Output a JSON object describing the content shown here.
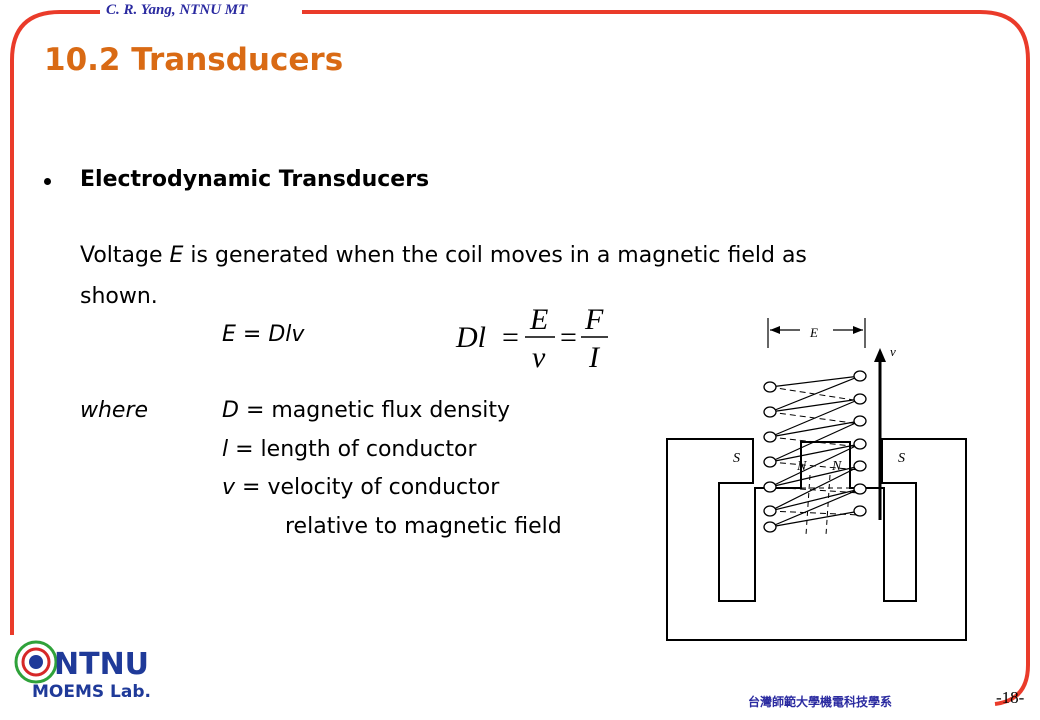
{
  "slide": {
    "author": "C. R. Yang, NTNU MT",
    "title": "10.2 Transducers",
    "bullet_heading": "Electrodynamic Transducers",
    "body_line1_pre": "Voltage ",
    "body_line1_var": "E",
    "body_line1_post": " is generated when the coil moves in a magnetic field as",
    "body_line2": "shown.",
    "equation_lhs": "E",
    "equation_mid": " = ",
    "equation_rhs": "Dlv",
    "formula": {
      "lhs": "Dl",
      "eq": "=",
      "num1": "E",
      "den1": "v",
      "num2": "F",
      "den2": "I"
    },
    "where_keyword": "where",
    "definitions": [
      {
        "symbol": "D",
        "text": " = magnetic flux density"
      },
      {
        "symbol": "l",
        "text": " = length of conductor"
      },
      {
        "symbol": "v",
        "text": " = velocity of conductor"
      }
    ],
    "definition_continuation": "relative to magnetic field",
    "diagram": {
      "dimension_label": "E",
      "velocity_label": "v",
      "pole_left": "S",
      "pole_right": "S",
      "magnet_left": "N",
      "magnet_right": "N"
    },
    "logo": {
      "line1": "NTNU",
      "line2": "MOEMS Lab."
    },
    "department": "台灣師範大學機電科技學系",
    "page_number": "-18-"
  },
  "colors": {
    "frame": "#ea3b2a",
    "title": "#d96a14",
    "author": "#2a2aa0",
    "logo_text": "#1f3a99",
    "logo_accent": "#2fa23a"
  }
}
